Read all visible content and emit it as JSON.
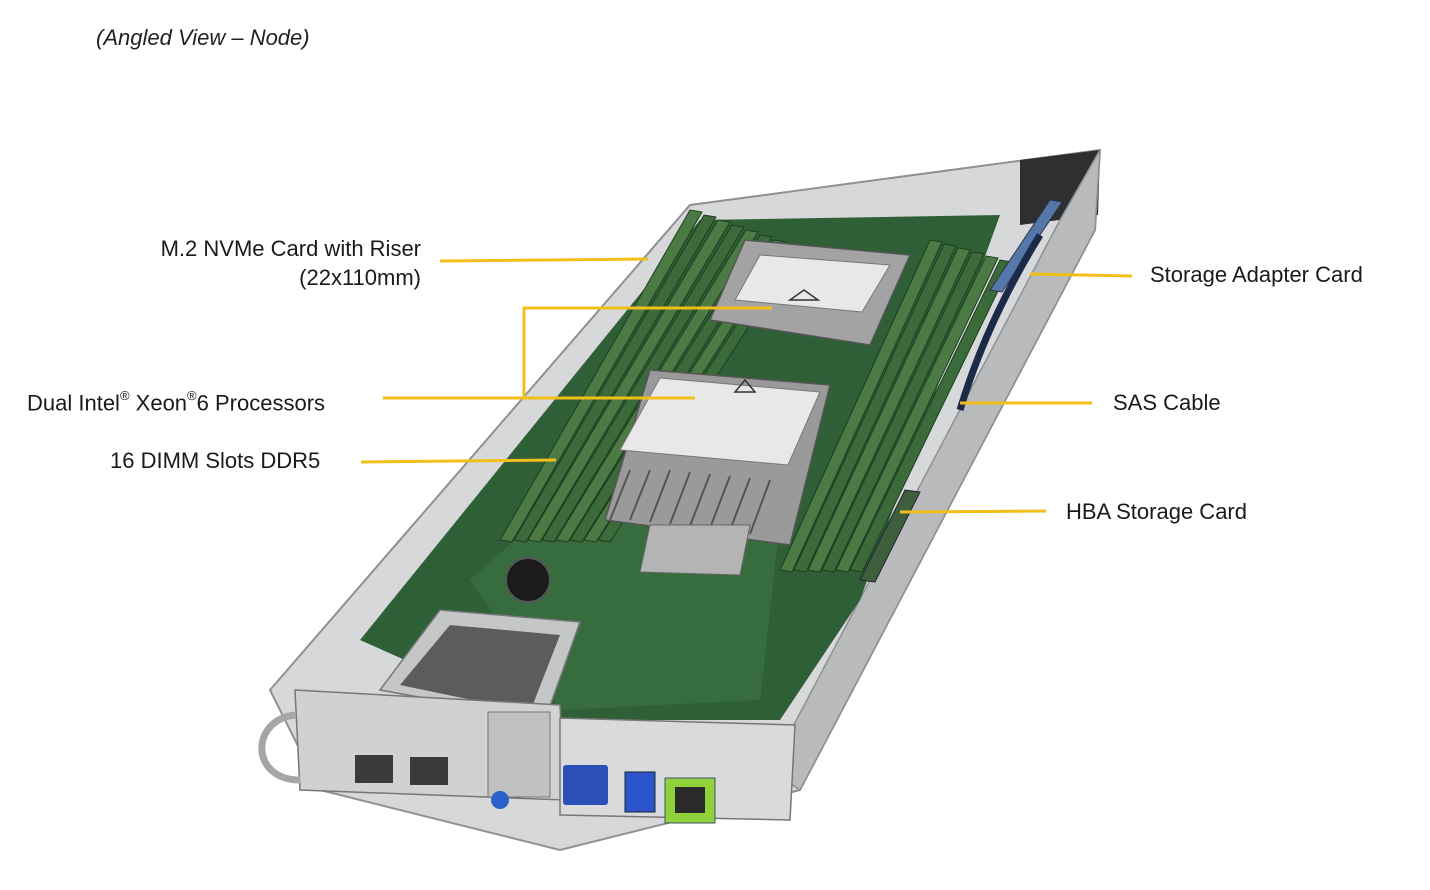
{
  "caption": "(Angled View – Node)",
  "labels": {
    "m2_line1": "M.2 NVMe Card with Riser",
    "m2_line2": "(22x110mm)",
    "cpu_a": "Dual Intel",
    "cpu_reg1": "®",
    "cpu_b": " Xeon",
    "cpu_reg2": "®",
    "cpu_c": "6 Processors",
    "dimm": "16 DIMM Slots DDR5",
    "storage_adapter": "Storage Adapter Card",
    "sas_cable": "SAS Cable",
    "hba": "HBA Storage Card"
  },
  "colors": {
    "leader": "#f2be1a",
    "pcb": "#2f5f36",
    "chassis": "#c9cbcc",
    "chassis_dark": "#8e9193",
    "heatsink": "#9a9a9a",
    "dimm": "#3b6b3a",
    "vga": "#2a4fb8",
    "usb": "#2b55c8",
    "lan_green": "#8fd13b"
  }
}
